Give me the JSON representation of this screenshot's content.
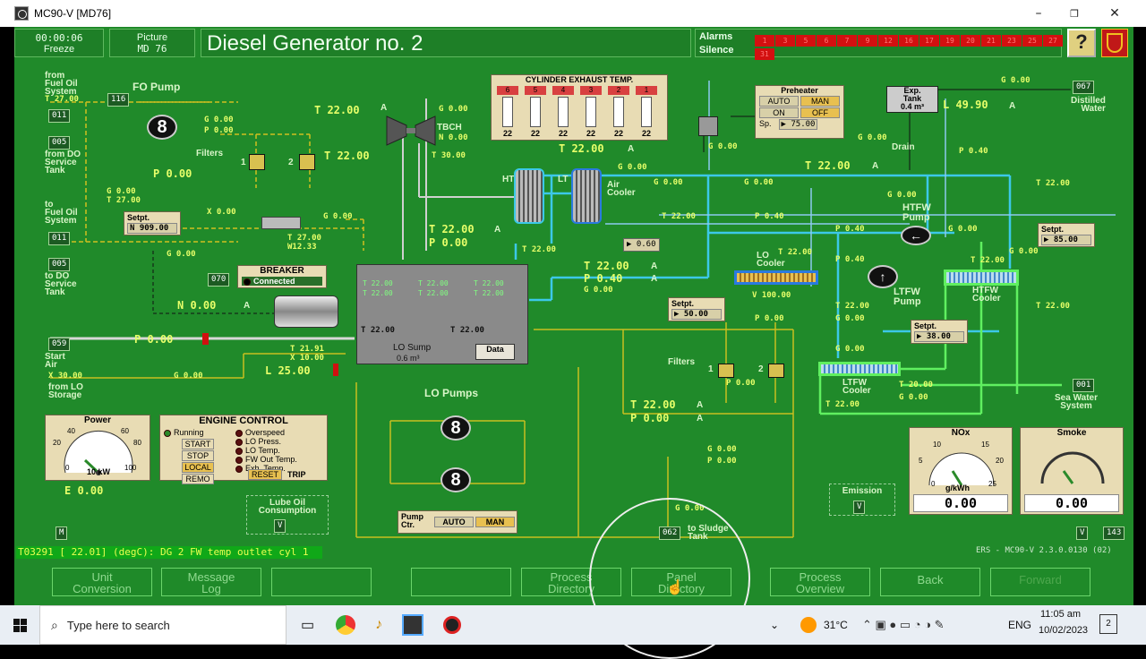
{
  "window": {
    "title": "MC90-V [MD76]",
    "minimize": "–",
    "restore": "❐",
    "close": "✕"
  },
  "header": {
    "time": "00:00:06",
    "mode": "Freeze",
    "picture_label": "Picture",
    "picture_id": "MD 76",
    "title": "Diesel Generator no. 2",
    "alarms_label": "Alarms",
    "silence_label": "Silence",
    "alarm_cells": [
      "1",
      "3",
      "5",
      "6",
      "7",
      "9",
      "12",
      "16",
      "17",
      "19",
      "20",
      "21",
      "23",
      "25",
      "27"
    ],
    "silence_cells": [
      "31"
    ]
  },
  "left": {
    "from_fuel_oil": "from\nFuel Oil\nSystem",
    "t_fuel": "T 27.00",
    "tag_011a": "011",
    "fo_pump_label": "FO Pump",
    "tag_116": "116",
    "g_000a": "G 0.00",
    "p_000a": "P 0.00",
    "tag_005a": "005",
    "from_do": "from DO\nService\nTank",
    "filters_label": "Filters",
    "filter1": "1",
    "filter2": "2",
    "p_000b": "P 0.00",
    "t_2200a": "T 22.00",
    "g_000b": "G 0.00",
    "t_2700b": "T 27.00",
    "to_fuel_oil": "to\nFuel Oil\nSystem",
    "tag_011b": "011",
    "setpt_label": "Setpt.",
    "setpt_n": "N 909.00",
    "x_000": "X 0.00",
    "g_000c": "G 0.00",
    "t_2700c": "T 27.00",
    "w_1233": "W12.33",
    "g_000d": "G 0.00",
    "tag_005b": "005",
    "to_do": "to DO\nService\nTank",
    "tag_070": "070",
    "breaker_label": "BREAKER",
    "breaker_state": "Connected",
    "n_000": "N 0.00",
    "a_a": "A",
    "tag_059": "059",
    "start_air": "Start\nAir",
    "p_start": "P 0.00",
    "x_3000": "X 30.00",
    "g_000e": "G 0.00",
    "from_lo": "from LO\nStorage",
    "t_2191": "T 21.91",
    "x_1000": "X 10.00",
    "l_2500": "L 25.00"
  },
  "turbo": {
    "t_2200": "T 22.00",
    "tbch": "TBCH",
    "g_000": "G 0.00",
    "n_000": "N 0.00",
    "t_3000": "T 30.00",
    "a": "A"
  },
  "exhaust": {
    "title": "CYLINDER EXHAUST TEMP.",
    "cyls": [
      "6",
      "5",
      "4",
      "3",
      "2",
      "1"
    ],
    "temps": [
      "22",
      "22",
      "22",
      "22",
      "22",
      "22"
    ],
    "t_2200": "T 22.00",
    "a": "A"
  },
  "coolers": {
    "ht": "HT",
    "lt": "LT",
    "air_cooler": "Air\nCooler",
    "g_000a": "G 0.00",
    "g_000b": "G 0.00",
    "g_000c": "G 0.00",
    "t_2200a": "T 22.00",
    "p_000": "P 0.00",
    "t_2200b": "T 22.00",
    "valve_val": "▶ 0.60",
    "t_2200c": "T 22.00",
    "p_040a": "P 0.40",
    "g_000d": "G 0.00",
    "t_2200d": "T 22.00",
    "p_040b": "P 0.40",
    "a": "A"
  },
  "engine": {
    "cyl_temps": [
      "T 22.00",
      "T 22.00",
      "T 22.00",
      "T 22.00",
      "T 22.00",
      "T 22.00"
    ],
    "t_a": "T 22.00",
    "t_b": "T 22.00",
    "lo_sump": "LO Sump",
    "sump_vol": "0.6 m³",
    "data_btn": "Data"
  },
  "preheater": {
    "title": "Preheater",
    "auto": "AUTO",
    "man": "MAN",
    "on": "ON",
    "off": "OFF",
    "sp_label": "Sp.",
    "sp_val": "▶ 75.00",
    "g_000": "G 0.00"
  },
  "exptank": {
    "label": "Exp.\nTank",
    "vol": "0.4 m³",
    "l_val": "L 49.90",
    "a": "A",
    "drain": "Drain",
    "g_000": "G 0.00",
    "g_000b": "G 0.00",
    "tag_067": "067",
    "distilled": "Distilled\nWater"
  },
  "right": {
    "t_2200a": "T 22.00",
    "p_040a": "P 0.40",
    "t_2200b": "T 22.00",
    "g_000a": "G 0.00",
    "htfw_pump": "HTFW\nPump",
    "p_040b": "P 0.40",
    "g_000b": "G 0.00",
    "setpt_label": "Setpt.",
    "setpt_85": "▶ 85.00",
    "t_2200c": "T 22.00",
    "g_000c": "G 0.00",
    "htfw_cooler": "HTFW\nCooler",
    "t_2200d": "T 22.00",
    "ltfw_pump": "LTFW\nPump",
    "lo_cooler": "LO\nCooler",
    "t_2200e": "T 22.00",
    "v_100": "V 100.00",
    "p_040c": "P 0.40",
    "t_2200f": "T 22.00",
    "setpt_38": "▶ 38.00",
    "g_000d": "G 0.00",
    "p_000": "P 0.00",
    "setpt_50": "▶ 50.00",
    "p_000b": "P 0.00",
    "filters": "Filters",
    "f1": "1",
    "f2": "2",
    "ltfw_cooler": "LTFW\nCooler",
    "t_2000": "T 20.00",
    "g_000e": "G 0.00",
    "t_2200g": "T 22.00",
    "tag_001": "001",
    "sea_water": "Sea Water\nSystem",
    "t_2200h": "T 22.00",
    "p_000c": "P 0.00",
    "a": "A"
  },
  "lo_pumps": {
    "label": "LO Pumps",
    "pump_ctr": "Pump\nCtr.",
    "auto": "AUTO",
    "man": "MAN",
    "g_000a": "G 0.00",
    "p_000a": "P 0.00",
    "g_000b": "G 0.00",
    "tag_062": "062",
    "to_sludge": "to Sludge\nTank"
  },
  "power": {
    "title": "Power",
    "ticks": [
      "0",
      "20",
      "40",
      "60",
      "80",
      "100"
    ],
    "unit": "10 kW",
    "e_val": "E 0.00"
  },
  "engine_control": {
    "title": "ENGINE CONTROL",
    "running": "Running",
    "start": "START",
    "stop": "STOP",
    "local": "LOCAL",
    "remo": "REMO",
    "overspeed": "Overspeed",
    "lo_press": "LO Press.",
    "lo_temp": "LO Temp.",
    "fw_out": "FW Out Temp.",
    "exh_temp": "Exh. Temp.",
    "reset": "RESET",
    "trip": "TRIP"
  },
  "lube_oil": {
    "label": "Lube Oil\nConsumption",
    "v": "V"
  },
  "emission": {
    "label": "Emission",
    "v": "V"
  },
  "nox": {
    "title": "NOx",
    "ticks": [
      "0",
      "5",
      "10",
      "15",
      "20",
      "25"
    ],
    "unit": "g/kWh",
    "value": "0.00"
  },
  "smoke": {
    "title": "Smoke",
    "value": "0.00"
  },
  "status": {
    "m": "M",
    "message": "T03291 [ 22.01] (degC): DG 2 FW temp outlet cyl 1",
    "v": "V",
    "tag_143": "143",
    "version": "ERS - MC90-V 2.3.0.0130 (02)"
  },
  "buttons": {
    "unit_conv": "Unit\nConversion",
    "msg_log": "Message\nLog",
    "blank1": "",
    "blank2": "",
    "proc_dir": "Process\nDirectory",
    "panel_dir": "Panel\nDirectory",
    "proc_over": "Process\nOverview",
    "back": "Back",
    "forward": "Forward"
  },
  "taskbar": {
    "search_placeholder": "Type here to search",
    "temp": "31°C",
    "lang": "ENG",
    "time": "11:05 am",
    "date": "10/02/2023",
    "notif": "2"
  }
}
